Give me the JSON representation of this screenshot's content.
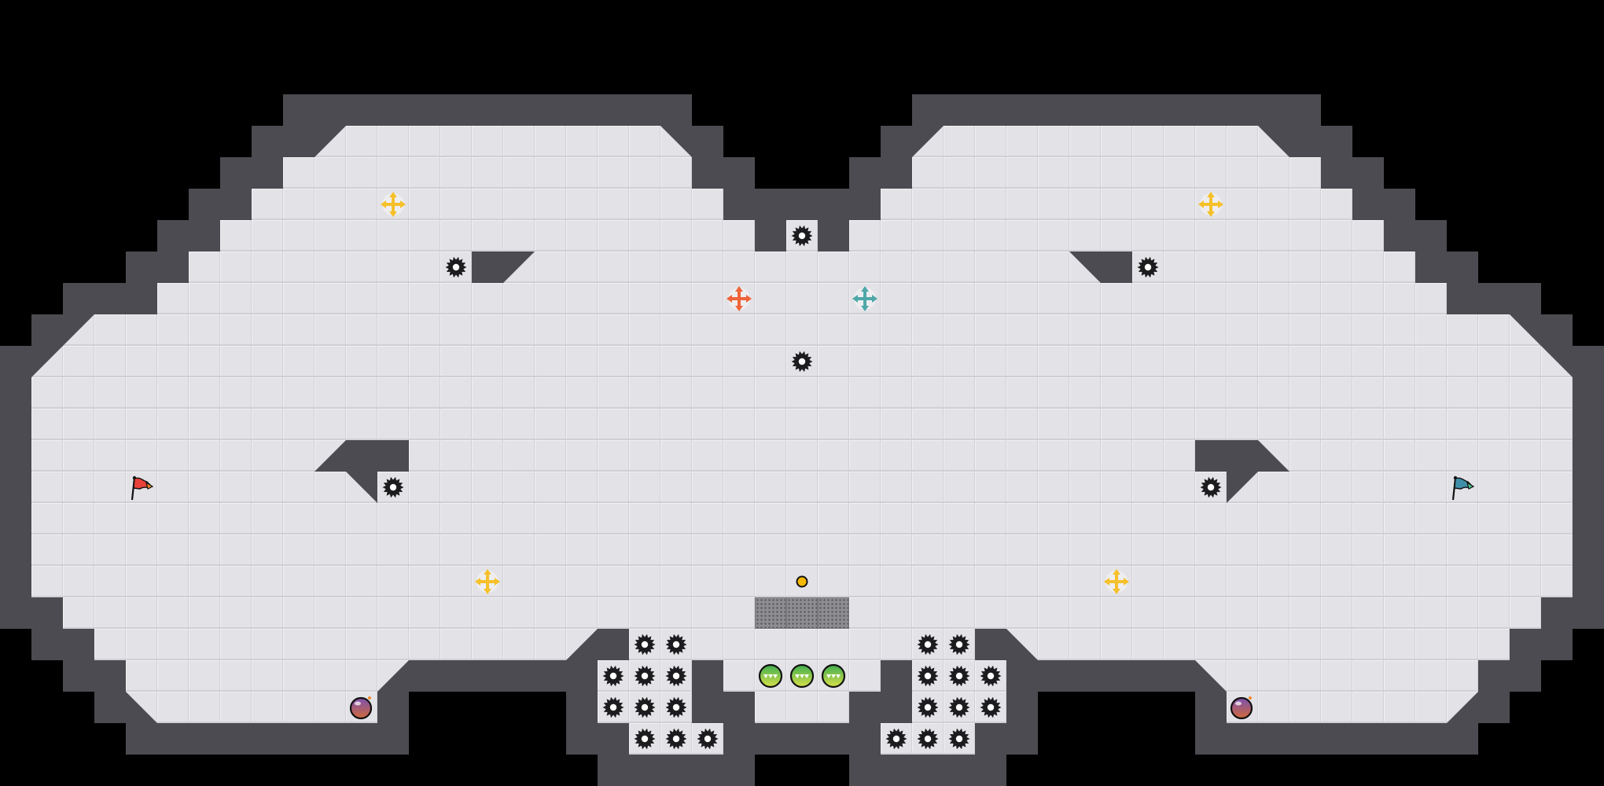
{
  "palette": {
    "floor": "#e3e3e7",
    "wall": "#4b4b51",
    "background": "#000000",
    "spike": "#1c1c1e",
    "gate": "#8e8e92"
  },
  "entities": {
    "flags": [
      {
        "team": "red",
        "color": "#e8413a",
        "accent": "#f08a2c"
      },
      {
        "team": "blue",
        "color": "#3f8fa8",
        "accent": "#4cc08a"
      }
    ],
    "boosts": [
      {
        "team": "red",
        "color": "#f0643a"
      },
      {
        "team": "blue",
        "color": "#4ea8a8"
      }
    ],
    "powerup_color": "#f5c02a",
    "bomb_color": "#9b4fa0",
    "marsball_color": "#7cc44a",
    "ball_color": "#f5b800"
  }
}
